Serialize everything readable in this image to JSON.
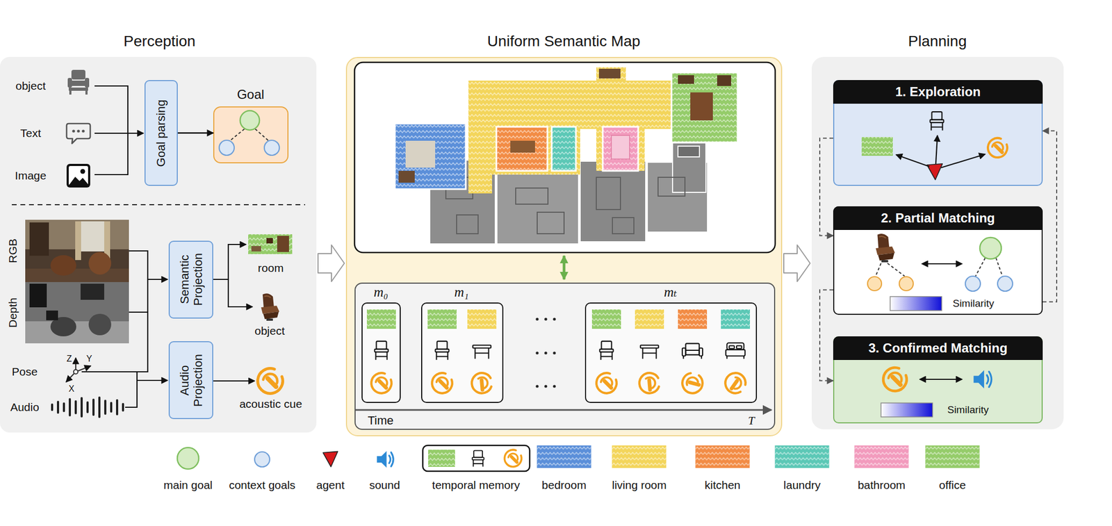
{
  "diagram": {
    "nodes": [
      {
        "text": [
          "Perception"
        ]
      },
      {
        "text": [
          "Goal parsing"
        ],
        "in": 0
      },
      {
        "text": [
          "Goal"
        ],
        "in": 0
      },
      {
        "text": [
          "Semantic Projection"
        ],
        "in": 0
      },
      {
        "text": [
          "Audio Projection"
        ],
        "in": 0
      },
      {
        "text": [
          "Uniform Semantic Map"
        ]
      },
      {
        "text": [
          "Time",
          "T"
        ],
        "in": 5
      },
      {
        "text": [
          "m₀"
        ],
        "in": 6
      },
      {
        "text": [
          "m₁"
        ],
        "in": 6
      },
      {
        "text": [
          "mₜ"
        ],
        "in": 6
      },
      {
        "text": [
          "Planning"
        ]
      },
      {
        "text": [
          "1. Exploration"
        ],
        "in": 10
      },
      {
        "text": [
          "2. Partial Matching",
          "Similarity"
        ],
        "in": 10
      },
      {
        "text": [
          "3. Confirmed Matching",
          "Similarity"
        ],
        "in": 10
      }
    ],
    "edges": [
      {
        "from": 1,
        "to": 2,
        "arrow": "to"
      },
      {
        "from": 0,
        "to": 5,
        "arrow": "to"
      },
      {
        "from": 5,
        "to": 10,
        "arrow": "to"
      },
      {
        "from": 11,
        "to": 12,
        "arrow": "to"
      },
      {
        "from": 12,
        "to": 11,
        "arrow": "to"
      },
      {
        "from": 12,
        "to": 13,
        "arrow": "to"
      }
    ],
    "labels": [
      "object",
      "Text",
      "Image",
      "RGB",
      "Depth",
      "Z",
      "Y",
      "X",
      "Pose",
      "Audio",
      "room",
      "object",
      "acoustic cue"
    ],
    "legend": [
      {
        "text": "main goal"
      },
      {
        "text": "context goals"
      },
      {
        "text": "agent"
      },
      {
        "text": "sound"
      },
      {
        "text": "temporal memory"
      },
      {
        "text": "bedroom",
        "color": "#5b8fd9"
      },
      {
        "text": "living room",
        "color": "#f3d55b"
      },
      {
        "text": "kitchen",
        "color": "#f28c45"
      },
      {
        "text": "laundry",
        "color": "#5cc8b6"
      },
      {
        "text": "bathroom",
        "color": "#f29bbd"
      },
      {
        "text": "office",
        "color": "#95cc6a"
      }
    ]
  }
}
